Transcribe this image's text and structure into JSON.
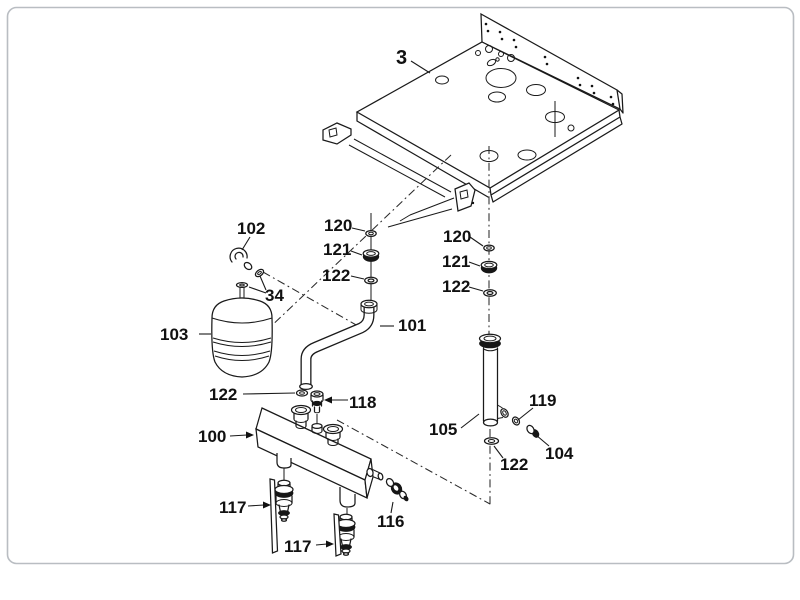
{
  "diagram": {
    "callouts": {
      "panel": "3",
      "elbow": "102",
      "fitting_pair": "34",
      "expansion_tank": "103",
      "s_pipe": "101",
      "washer_left_120": "120",
      "nut_left_121": "121",
      "washer_left_122": "122",
      "washer_right_120": "120",
      "nut_right_121": "121",
      "washer_right_122": "122",
      "washer_pipe_122": "122",
      "air_valve_118": "118",
      "manifold": "100",
      "column_pipe_105": "105",
      "washer_119": "119",
      "plug_104": "104",
      "washer_below_column_122": "122",
      "drain_valve_117_upper": "117",
      "drain_valve_117_lower": "117",
      "fitting_116": "116"
    }
  }
}
